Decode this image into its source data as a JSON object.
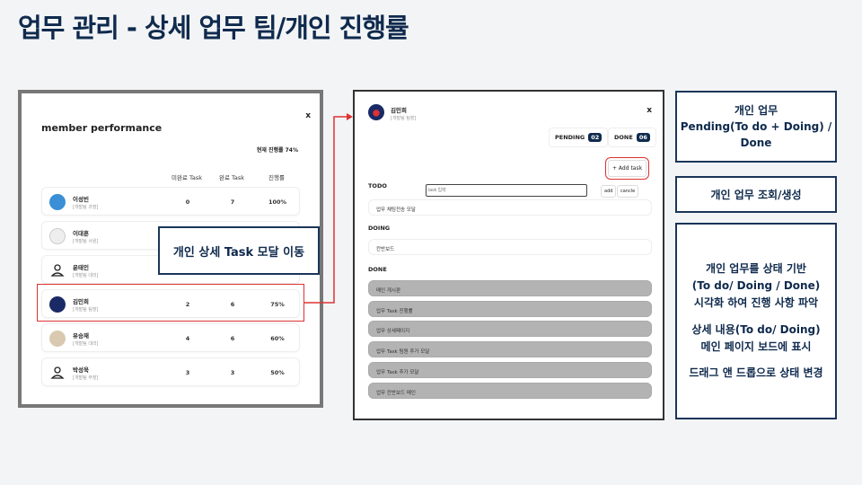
{
  "title": "업무 관리 - 상세 업무 팀/개인 진행률",
  "member_modal": {
    "title": "member performance",
    "close": "x",
    "overall_rate": "현재 진행률 74%",
    "headers": [
      "미완료 Task",
      "완료 Task",
      "진행률"
    ],
    "members": [
      {
        "name": "이성빈",
        "role": "[개발팀 과장]",
        "pending": "0",
        "done": "7",
        "rate": "100%",
        "avatar_color": "#3a8fd6"
      },
      {
        "name": "이대훈",
        "role": "[개발팀 사원]",
        "pending": "",
        "done": "",
        "rate": "",
        "avatar_color": "#eeeeee"
      },
      {
        "name": "윤태인",
        "role": "[개발팀 대리]",
        "pending": "",
        "done": "",
        "rate": "",
        "avatar_color": "#ffffff"
      },
      {
        "name": "김민희",
        "role": "[개발팀 팀장]",
        "pending": "2",
        "done": "6",
        "rate": "75%",
        "avatar_color": "#1a2a66"
      },
      {
        "name": "유승재",
        "role": "[개발팀 대리]",
        "pending": "4",
        "done": "6",
        "rate": "60%",
        "avatar_color": "#d9c9b0"
      },
      {
        "name": "박성욱",
        "role": "[개발팀 부장]",
        "pending": "3",
        "done": "3",
        "rate": "50%",
        "avatar_color": "#ffffff"
      }
    ]
  },
  "callout": "개인 상세 Task 모달 이동",
  "task_modal": {
    "name": "김민희",
    "role": "[개발팀 팀장]",
    "close": "x",
    "pending_label": "PENDING",
    "pending_count": "02",
    "done_label": "DONE",
    "done_count": "06",
    "add_task": "+ Add task",
    "input_placeholder": "task 입력",
    "add": "add",
    "cancel": "cancle",
    "todo_label": "TODO",
    "todo": [
      "업무 채팅전송 모달"
    ],
    "doing_label": "DOING",
    "doing": [
      "칸반보드"
    ],
    "done": [
      "메인 게시판",
      "업무 Task 진행률",
      "업무 상세페이지",
      "업무 Task 팀원 추가 모달",
      "업무 Task 추가 모달",
      "업무 칸반보드 메인"
    ]
  },
  "notes": {
    "box1": [
      "개인 업무",
      "Pending(To do + Doing) /",
      "Done"
    ],
    "box2": [
      "개인 업무 조회/생성"
    ],
    "box3": [
      "개인 업무를 상태 기반",
      "(To do/ Doing / Done)",
      "시각화 하여 진행 사항 파악",
      "",
      "상세 내용(To do/ Doing)",
      "메인 페이지 보드에 표시",
      "",
      "드래그 앤 드롭으로 상태 변경"
    ]
  }
}
